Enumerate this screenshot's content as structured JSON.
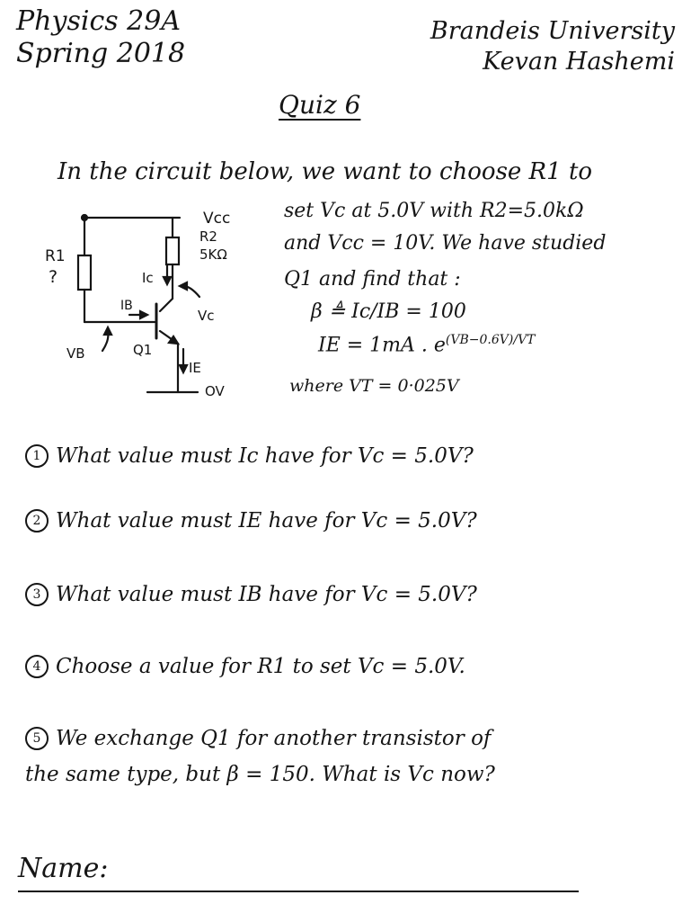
{
  "header": {
    "course_line1": "Physics 29A",
    "course_line2": "Spring 2018",
    "university": "Brandeis University",
    "author": "Kevan Hashemi"
  },
  "quiz_title": "Quiz 6",
  "intro": {
    "line1": "In the circuit below, we want to choose R1 to",
    "line2": "set Vc at 5.0V with R2=5.0kΩ",
    "line3": "and Vcc = 10V. We have studied",
    "line4": "Q1 and find that :",
    "line5_main": "β ≜ Ic/IB = 100",
    "line6_main": "IE = 1mA . e",
    "line6_exp": "(VB−0.6V)/VT",
    "line7": "where VT = 0·025V"
  },
  "circuit": {
    "vcc_label": "Vcc",
    "r2_label": "R2",
    "r2_value": "5KΩ",
    "r1_label": "R1",
    "r1_value": "?",
    "ic_label": "Ic",
    "ib_label": "IB",
    "vc_label": "Vc",
    "vb_label": "VB",
    "q1_label": "Q1",
    "ie_label": "IE",
    "ground_label": "OV"
  },
  "questions": [
    {
      "num": "1",
      "text": "What value must Ic have for Vc = 5.0V?"
    },
    {
      "num": "2",
      "text": "What value must IE have for Vc = 5.0V?"
    },
    {
      "num": "3",
      "text": "What value must IB have for Vc = 5.0V?"
    },
    {
      "num": "4",
      "text": "Choose a value for R1 to set Vc = 5.0V."
    },
    {
      "num": "5",
      "text": "We exchange Q1 for another transistor of"
    }
  ],
  "question5_line2": "the same type, but β = 150. What is Vc now?",
  "name_label": "Name:"
}
